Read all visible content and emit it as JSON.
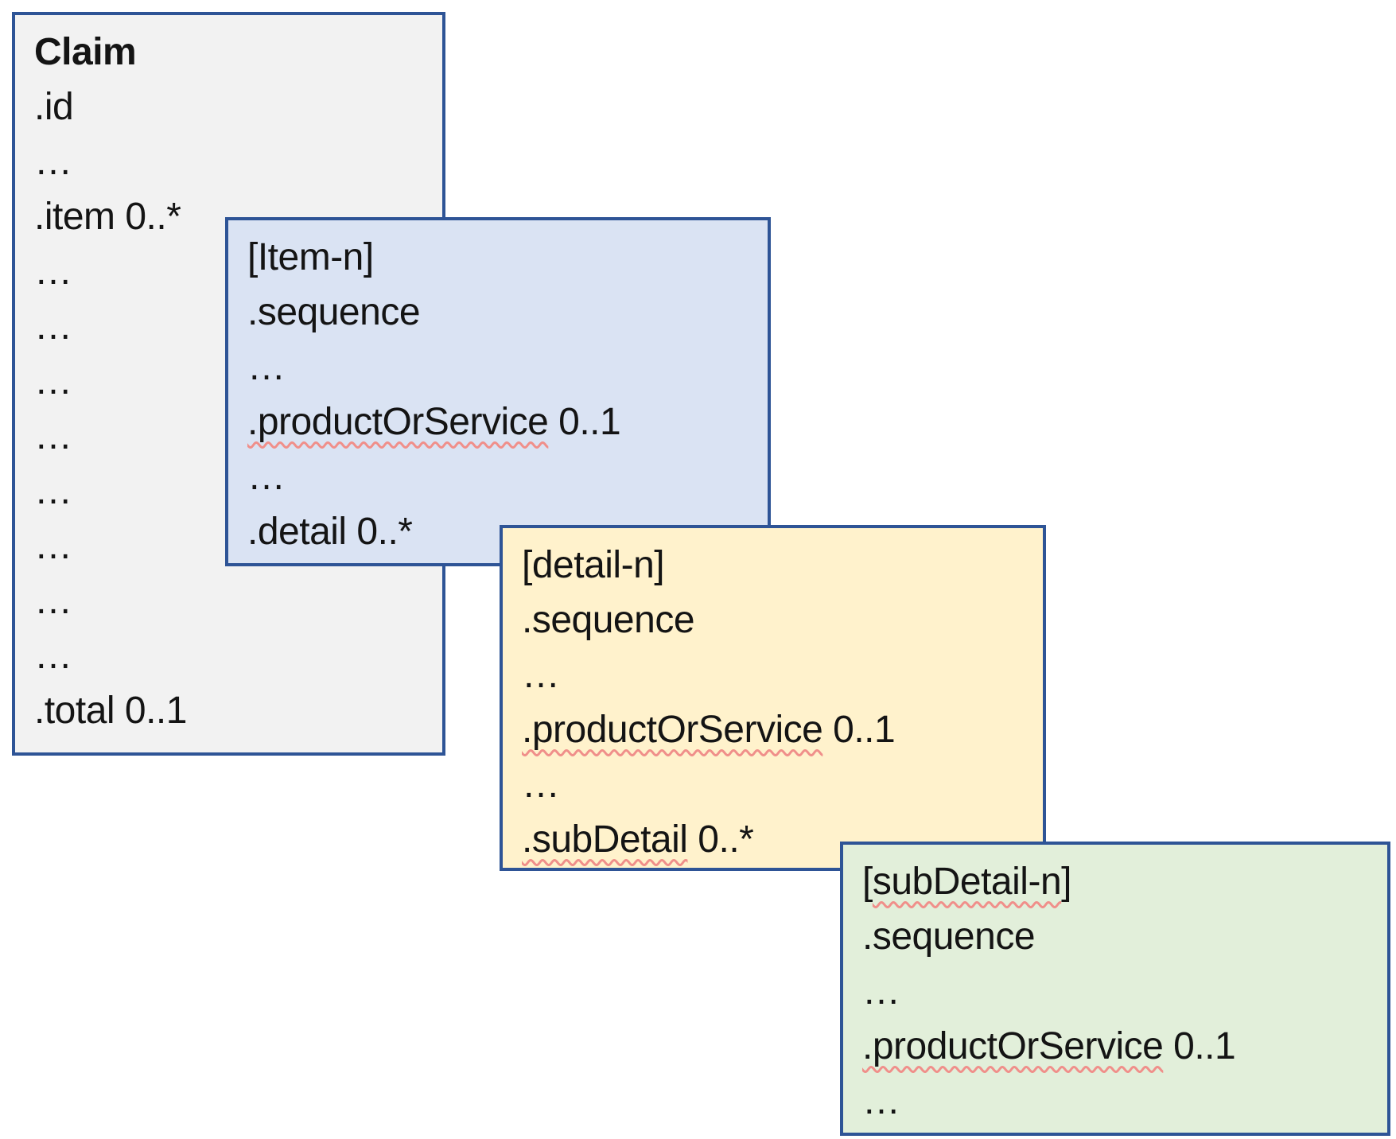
{
  "diagram": {
    "title_of_root_class": "Claim",
    "border_color": "#2e5496",
    "spellcheck_underline_color": "#f08f8a",
    "text_color": "#141414",
    "background": "#ffffff"
  },
  "boxes": [
    {
      "name": "claim",
      "fill": "#f2f2f2",
      "lines": [
        [
          {
            "text": "Claim",
            "bold": true
          }
        ],
        [
          {
            "text": ".id"
          }
        ],
        [
          {
            "text": "…"
          }
        ],
        [
          {
            "text": ".item 0..*"
          }
        ],
        [
          {
            "text": "…"
          }
        ],
        [
          {
            "text": "…"
          }
        ],
        [
          {
            "text": "…"
          }
        ],
        [
          {
            "text": "…"
          }
        ],
        [
          {
            "text": "…"
          }
        ],
        [
          {
            "text": "…"
          }
        ],
        [
          {
            "text": "…"
          }
        ],
        [
          {
            "text": "…"
          }
        ],
        [
          {
            "text": ".total 0..1"
          }
        ]
      ]
    },
    {
      "name": "item",
      "fill": "#dae3f3",
      "lines": [
        [
          {
            "text": "[Item-n]"
          }
        ],
        [
          {
            "text": ".sequence"
          }
        ],
        [
          {
            "text": "…"
          }
        ],
        [
          {
            "text": ".productOrService",
            "misspelled": true
          },
          {
            "text": " 0..1"
          }
        ],
        [
          {
            "text": "…"
          }
        ],
        [
          {
            "text": ".detail 0..*"
          }
        ]
      ]
    },
    {
      "name": "detail",
      "fill": "#fff2cc",
      "lines": [
        [
          {
            "text": "[detail-n]"
          }
        ],
        [
          {
            "text": ".sequence"
          }
        ],
        [
          {
            "text": "…"
          }
        ],
        [
          {
            "text": ".productOrService",
            "misspelled": true
          },
          {
            "text": " 0..1"
          }
        ],
        [
          {
            "text": "…"
          }
        ],
        [
          {
            "text": ".subDetail",
            "misspelled": true
          },
          {
            "text": " 0..*"
          }
        ]
      ]
    },
    {
      "name": "subdetail",
      "fill": "#e2efda",
      "lines": [
        [
          {
            "text": "["
          },
          {
            "text": "subDetail-n",
            "misspelled": true
          },
          {
            "text": "]"
          }
        ],
        [
          {
            "text": ".sequence"
          }
        ],
        [
          {
            "text": "…"
          }
        ],
        [
          {
            "text": ".productOrService",
            "misspelled": true
          },
          {
            "text": " 0..1"
          }
        ],
        [
          {
            "text": "…"
          }
        ]
      ]
    }
  ]
}
